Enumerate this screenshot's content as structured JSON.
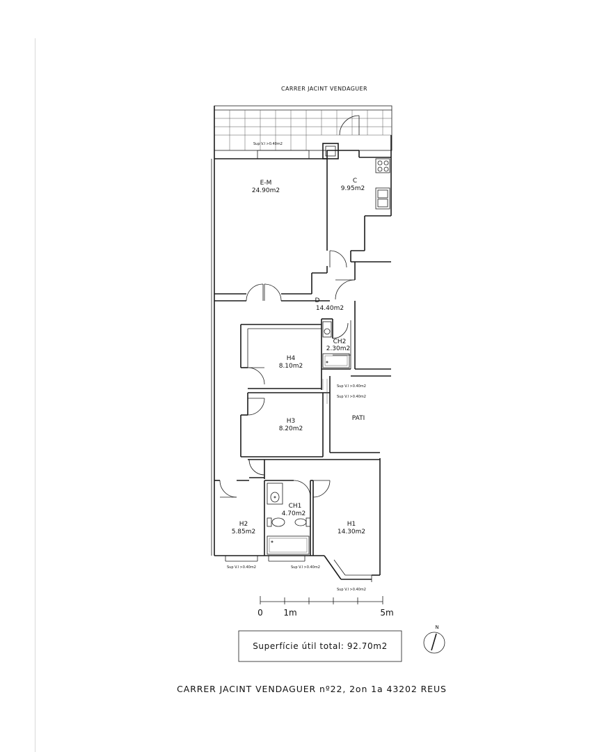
{
  "street_top": "CARRER JACINT VENDAGUER",
  "rooms": [
    {
      "name": "E-M",
      "area": "24.90m2"
    },
    {
      "name": "C",
      "area": "9.95m2"
    },
    {
      "name": "D",
      "area": "14.40m2"
    },
    {
      "name": "CH2",
      "area": "2.30m2"
    },
    {
      "name": "H4",
      "area": "8.10m2"
    },
    {
      "name": "H3",
      "area": "8.20m2"
    },
    {
      "name": "PATI",
      "area": ""
    },
    {
      "name": "CH1",
      "area": "4.70m2"
    },
    {
      "name": "H2",
      "area": "5.85m2"
    },
    {
      "name": "H1",
      "area": "14.30m2"
    }
  ],
  "window_notes": [
    "Sup V.I >0.40m2",
    "Sup V.I >0.40m2",
    "Sup V.I >0.40m2",
    "Sup V.I >0.40m2",
    "Sup V.I >0.40m2",
    "Sup V.I >0.40m2"
  ],
  "scale": {
    "labels": [
      "0",
      "1m",
      "5m"
    ]
  },
  "north_label": "N",
  "total_area": "Superfície útil total: 92.70m2",
  "address": "CARRER JACINT VENDAGUER nº22, 2on 1a 43202 REUS"
}
